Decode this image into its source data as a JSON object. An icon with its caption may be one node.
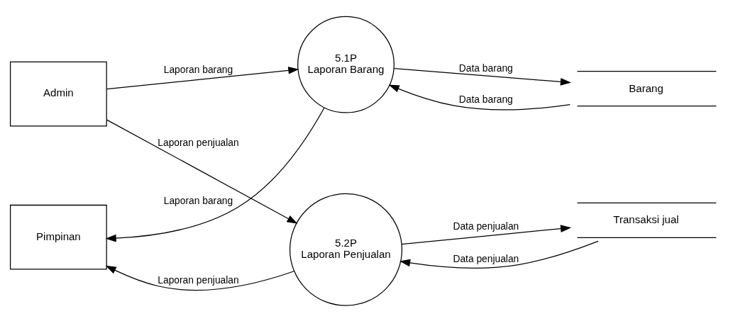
{
  "diagram": {
    "nodes": [
      {
        "text": [
          "Admin"
        ]
      },
      {
        "text": [
          "Pimpinan"
        ]
      },
      {
        "text": [
          "5.1P",
          "Laporan Barang"
        ]
      },
      {
        "text": [
          "5.2P",
          "Laporan Penjualan"
        ]
      },
      {
        "text": [
          "Barang"
        ]
      },
      {
        "text": [
          "Transaksi jual"
        ]
      }
    ],
    "edges": [
      {
        "from": 0,
        "to": 2,
        "arrow": "to",
        "label": "Laporan barang"
      },
      {
        "from": 0,
        "to": 3,
        "arrow": "to",
        "label": "Laporan penjualan"
      },
      {
        "from": 2,
        "to": 4,
        "arrow": "to",
        "label": "Data barang"
      },
      {
        "from": 4,
        "to": 2,
        "arrow": "to",
        "label": "Data barang"
      },
      {
        "from": 2,
        "to": 1,
        "arrow": "to",
        "label": "Laporan barang"
      },
      {
        "from": 3,
        "to": 1,
        "arrow": "to",
        "label": "Laporan penjualan"
      },
      {
        "from": 3,
        "to": 5,
        "arrow": "to",
        "label": "Data penjualan"
      },
      {
        "from": 5,
        "to": 3,
        "arrow": "to",
        "label": "Data penjualan"
      }
    ]
  }
}
